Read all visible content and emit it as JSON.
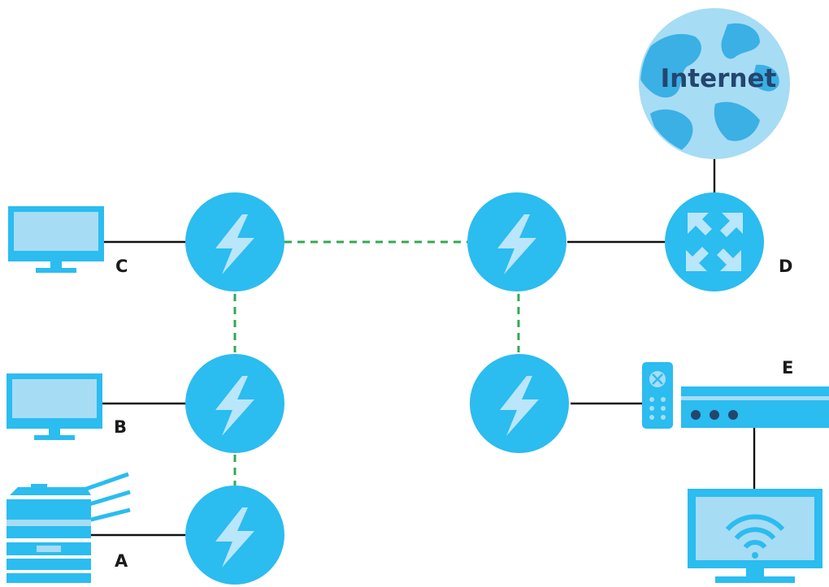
{
  "labels": {
    "a": "A",
    "b": "B",
    "c": "C",
    "d": "D",
    "e": "E",
    "internet": "Internet"
  },
  "icons": {
    "powerline_adapter": "lightning-bolt-icon",
    "router": "router-arrows-icon",
    "globe": "globe-icon",
    "computer": "monitor-icon",
    "printer": "printer-icon",
    "set_top_box": "set-top-box-icon",
    "remote": "remote-control-icon",
    "tv": "wifi-tv-icon"
  },
  "colors": {
    "device_blue": "#2bbcf0",
    "screen_light": "#a7dcf5",
    "globe_light": "#a7dcf5",
    "globe_land": "#3ab0e5",
    "wired_link": "#111111",
    "powerline_link": "#33a854"
  }
}
